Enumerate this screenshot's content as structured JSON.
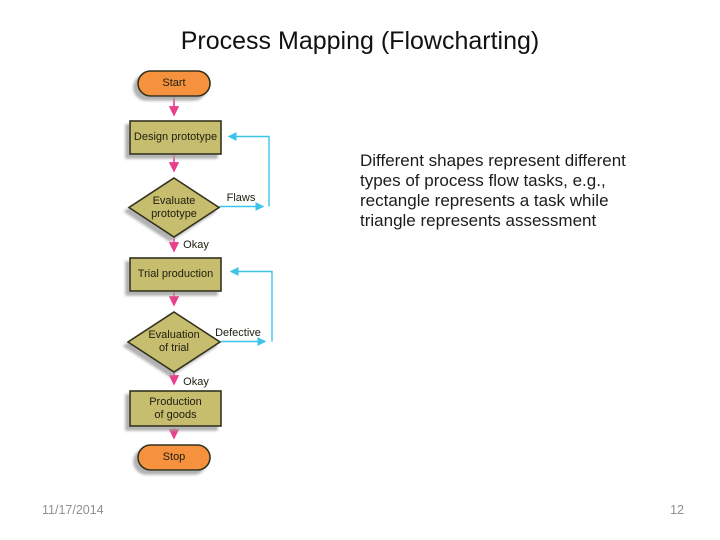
{
  "slide": {
    "title": "Process Mapping (Flowcharting)",
    "description": {
      "lines": [
        "Different shapes represent different",
        "types of process flow tasks, e.g.,",
        "rectangle represents a task while",
        "triangle represents assessment"
      ]
    },
    "footer": {
      "date": "11/17/2014",
      "page_number": "12"
    }
  },
  "flowchart": {
    "nodes": {
      "start": {
        "type": "terminator",
        "label": "Start"
      },
      "design": {
        "type": "process",
        "label": "Design prototype"
      },
      "evaluate": {
        "type": "decision",
        "label": "Evaluate\nprototype"
      },
      "trial": {
        "type": "process",
        "label": "Trial production"
      },
      "evaluation": {
        "type": "decision",
        "label": "Evaluation\nof trial"
      },
      "production": {
        "type": "process",
        "label": "Production\nof goods"
      },
      "stop": {
        "type": "terminator",
        "label": "Stop"
      }
    },
    "edge_labels": {
      "flaws": "Flaws",
      "okay_1": "Okay",
      "defective": "Defective",
      "okay_2": "Okay"
    }
  },
  "colors": {
    "terminator_fill": "#f6913d",
    "task_fill": "#c6bd6e",
    "shape_border": "#32321f",
    "flow_arrow": "#ea3f8a",
    "feedback_arrow": "#3ec4e8",
    "shadow": "#9e9e9e",
    "title_text": "#111111",
    "footer_text": "#8f8f8f"
  }
}
